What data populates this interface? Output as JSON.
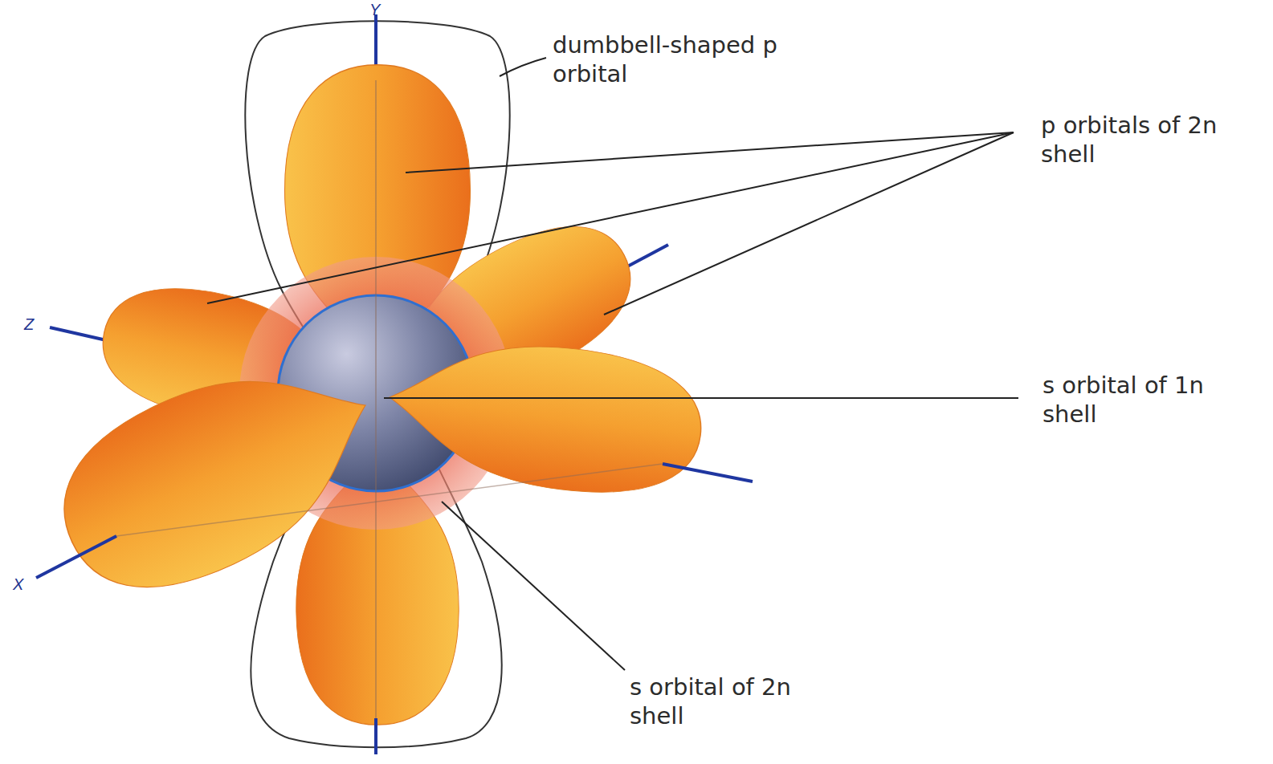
{
  "diagram": {
    "labels": [
      "dumbbell-shaped p orbital",
      "p orbitals of 2n shell",
      "s orbital of 1n shell",
      "s orbital of 2n shell",
      "Y",
      "Z",
      "X"
    ]
  }
}
